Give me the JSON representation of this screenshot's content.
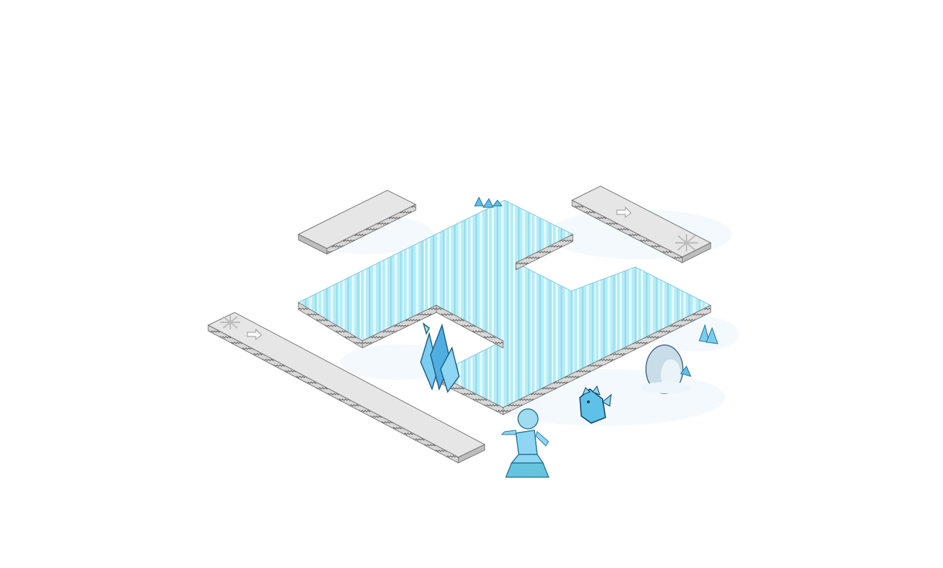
{
  "scene": {
    "background": "#ffffff",
    "ice_color": "#aeeaf4",
    "ice_stripe_light": "#e4fbff",
    "ice_stripe_dark": "#7fd6e8",
    "stone_color": "#e2e2e2",
    "stone_trim": "#777777",
    "snow_color": "#eef6fb",
    "crystal_color": "#5fc0e8",
    "items": {
      "rink_name": "ice-rink",
      "ledges": [
        "top-left-ledge",
        "top-right-ledge",
        "long-left-ledge"
      ],
      "decorations": [
        "ice-crystal-cluster",
        "ice-statue",
        "penguin-sculpture",
        "ice-creature",
        "small-crystals",
        "snowflake-tile"
      ],
      "arrow_icons": [
        "right-arrow-icon",
        "right-arrow-icon"
      ]
    }
  }
}
